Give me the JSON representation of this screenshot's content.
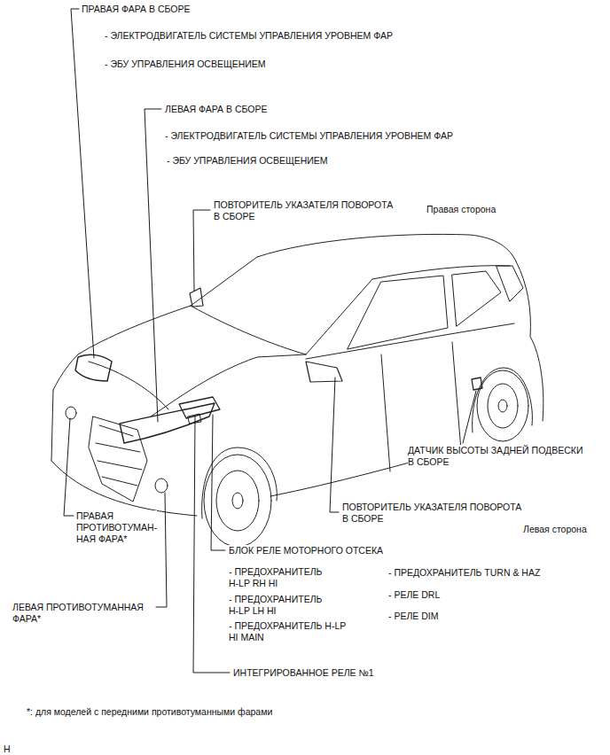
{
  "diagram": {
    "labels": [
      "ПРАВАЯ ФАРА В СБОРЕ",
      "- ЭЛЕКТРОДВИГАТЕЛЬ СИСТЕМЫ УПРАВЛЕНИЯ УРОВНЕМ ФАР",
      "- ЭБУ УПРАВЛЕНИЯ ОСВЕЩЕНИЕМ",
      "ЛЕВАЯ ФАРА В СБОРЕ",
      "- ЭЛЕКТРОДВИГАТЕЛЬ СИСТЕМЫ УПРАВЛЕНИЯ УРОВНЕМ ФАР",
      "- ЭБУ УПРАВЛЕНИЯ ОСВЕЩЕНИЕМ",
      "ПОВТОРИТЕЛЬ УКАЗАТЕЛЯ ПОВОРОТА В СБОРЕ",
      "Правая сторона",
      "ДАТЧИК ВЫСОТЫ ЗАДНЕЙ ПОДВЕСКИ В СБОРЕ",
      "ПРАВАЯ ПРОТИВОТУМАН- НАЯ ФАРА*",
      "ПОВТОРИТЕЛЬ УКАЗАТЕЛЯ ПОВОРОТА В СБОРЕ",
      "Левая сторона",
      "БЛОК РЕЛЕ МОТОРНОГО ОТСЕКА",
      "- ПРЕДОХРАНИТЕЛЬ H-LP RH HI",
      "- ПРЕДОХРАНИТЕЛЬ H-LP LH HI",
      "- ПРЕДОХРАНИТЕЛЬ H-LP HI MAIN",
      "- ПРЕДОХРАНИТЕЛЬ TURN & HAZ",
      "- РЕЛЕ DRL",
      "- РЕЛЕ DIM",
      "ЛЕВАЯ ПРОТИВОТУМАННАЯ ФАРА*",
      "ИНТЕГРИРОВАННОЕ РЕЛЕ №1",
      "*: для моделей с передними противотуманными фарами",
      "H"
    ]
  }
}
